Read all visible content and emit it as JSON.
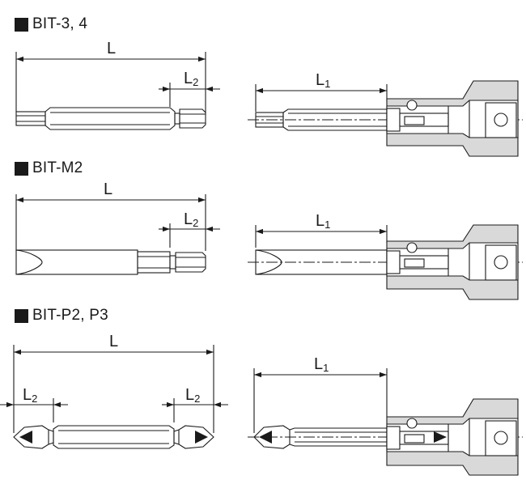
{
  "sections": [
    {
      "title": "BIT-3, 4",
      "dim_L": "L",
      "dim_L2": {
        "main": "L",
        "sub": "2"
      },
      "dim_L1": {
        "main": "L",
        "sub": "1"
      }
    },
    {
      "title": "BIT-M2",
      "dim_L": "L",
      "dim_L2": {
        "main": "L",
        "sub": "2"
      },
      "dim_L1": {
        "main": "L",
        "sub": "1"
      }
    },
    {
      "title": "BIT-P2, P3",
      "dim_L": "L",
      "dim_L2_left": {
        "main": "L",
        "sub": "2"
      },
      "dim_L2_right": {
        "main": "L",
        "sub": "2"
      },
      "dim_L1": {
        "main": "L",
        "sub": "1"
      }
    }
  ]
}
